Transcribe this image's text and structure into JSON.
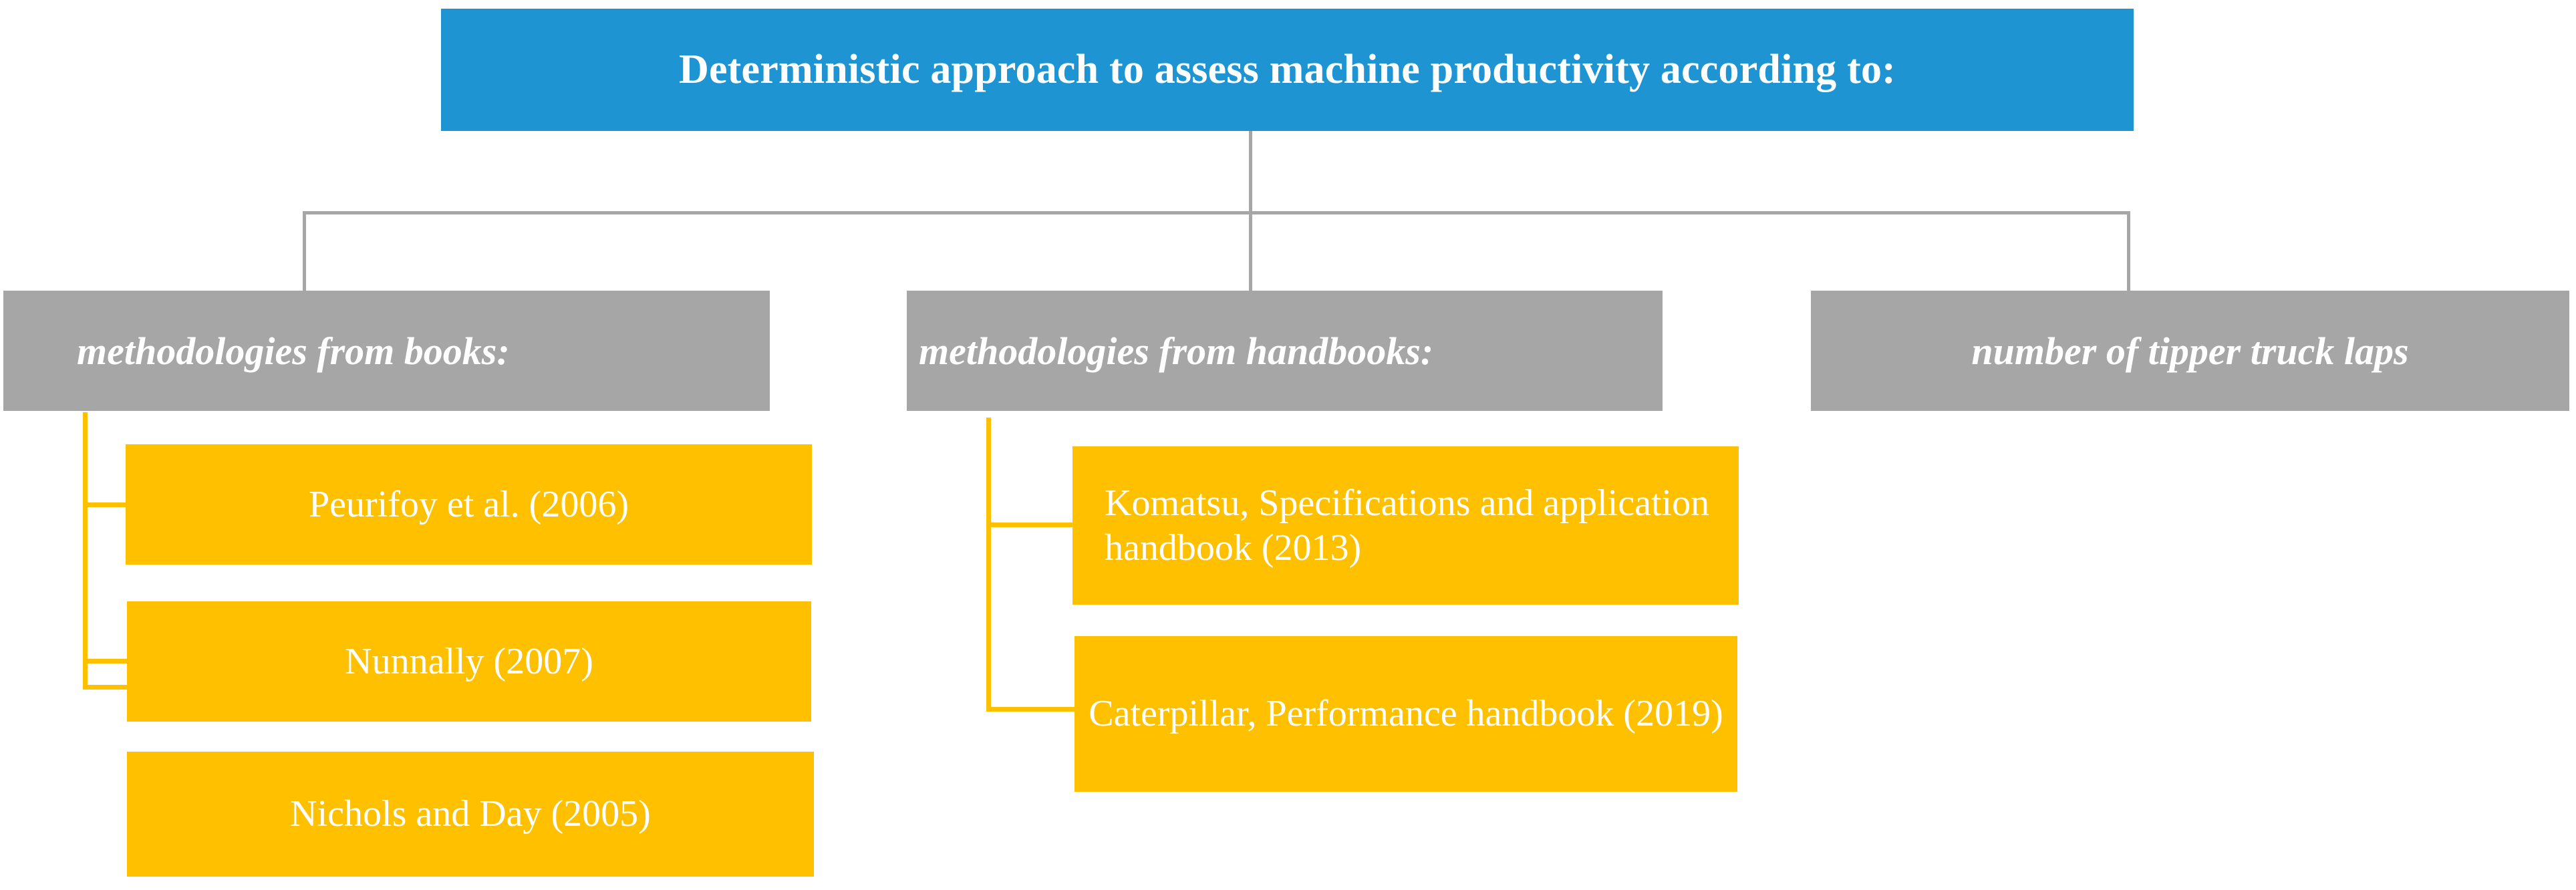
{
  "diagram": {
    "root": {
      "label": "Deterministic approach to assess machine productivity according to:",
      "color": "#1e94d2"
    },
    "categories": [
      {
        "label": "methodologies from books:",
        "color": "#a6a6a6"
      },
      {
        "label": "methodologies from handbooks:",
        "color": "#a6a6a6"
      },
      {
        "label": "number of  tipper truck laps",
        "color": "#a6a6a6"
      }
    ],
    "books": [
      {
        "label": "Peurifoy et al. (2006)",
        "color": "#ffc000"
      },
      {
        "label": "Nunnally (2007)",
        "color": "#ffc000"
      },
      {
        "label": "Nichols and Day (2005)",
        "color": "#ffc000"
      }
    ],
    "handbooks": [
      {
        "label": "Komatsu, Specifications and application handbook (2013)",
        "color": "#ffc000"
      },
      {
        "label": "Caterpillar, Performance handbook (2019)",
        "color": "#ffc000"
      }
    ],
    "palette": {
      "root_blue": "#1e94d2",
      "category_gray": "#a6a6a6",
      "leaf_yellow": "#ffc000",
      "text_white": "#ffffff",
      "background": "#ffffff"
    }
  }
}
